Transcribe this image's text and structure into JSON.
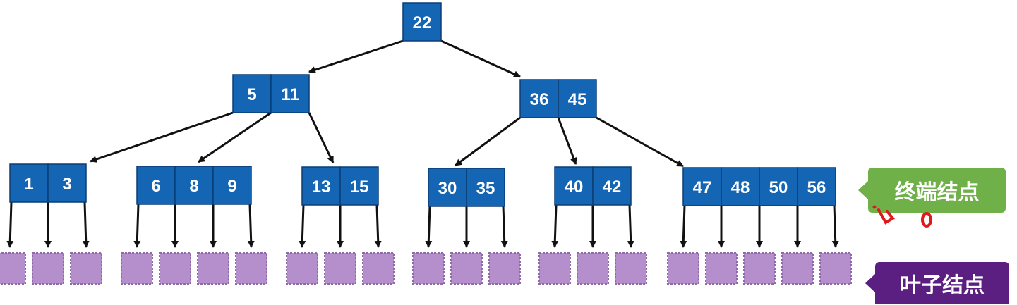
{
  "tree": {
    "root": [
      "22"
    ],
    "level2": [
      [
        "5",
        "11"
      ],
      [
        "36",
        "45"
      ]
    ],
    "terminal_nodes": [
      [
        "1",
        "3"
      ],
      [
        "6",
        "8",
        "9"
      ],
      [
        "13",
        "15"
      ],
      [
        "30",
        "35"
      ],
      [
        "40",
        "42"
      ],
      [
        "47",
        "48",
        "50",
        "56"
      ]
    ]
  },
  "labels": {
    "terminal_node_label": "终端结点",
    "leaf_node_label": "叶子结点"
  },
  "colors": {
    "key_fill": "#1565b5",
    "key_stroke": "#0b3d73",
    "leaf_fill": "#b48fcc",
    "leaf_stroke": "#8e6aa8",
    "edge": "#111111",
    "terminal_label_bg": "#6fb148",
    "leaf_label_bg": "#5b1f82",
    "annotation_red": "#e0191e"
  }
}
